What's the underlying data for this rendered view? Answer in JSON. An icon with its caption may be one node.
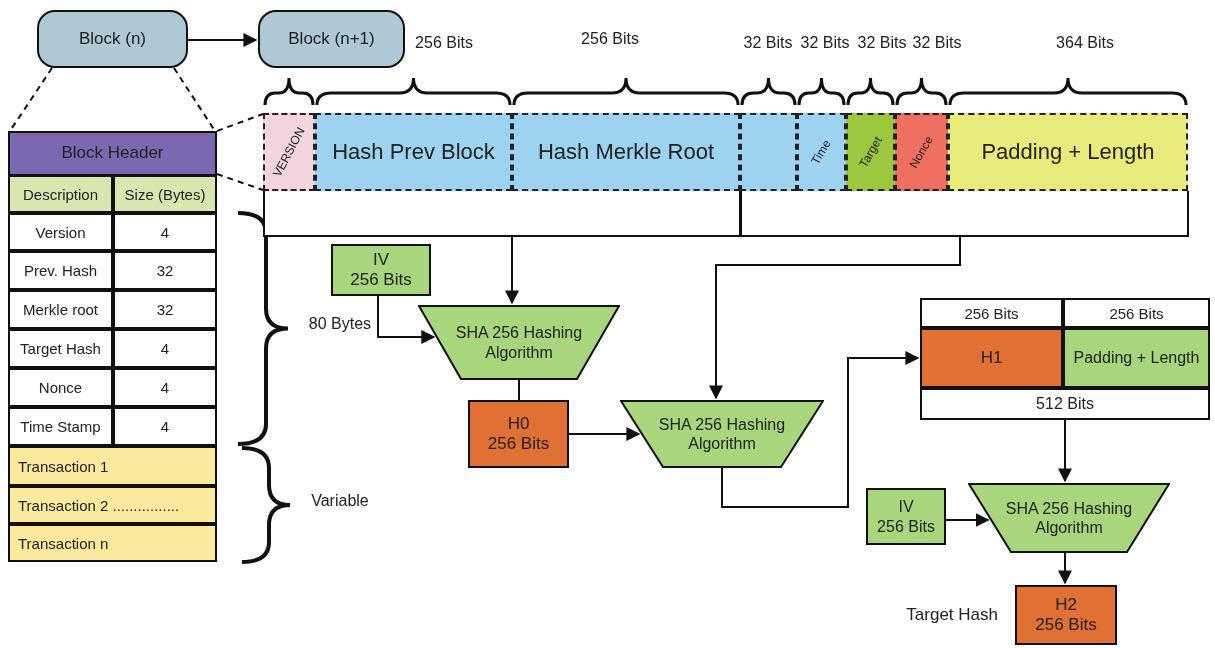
{
  "diagram": {
    "nodes": [
      {
        "text": [
          "Block (n)"
        ]
      },
      {
        "text": [
          "Block (n+1)"
        ]
      },
      {
        "text": [
          "Block Header"
        ]
      },
      {
        "text": [
          "VERSION"
        ]
      },
      {
        "text": [
          "Hash Prev Block"
        ]
      },
      {
        "text": [
          "Hash Merkle Root"
        ]
      },
      {
        "text": [],
        "shape": "box"
      },
      {
        "text": [
          "Time"
        ]
      },
      {
        "text": [
          "Target"
        ]
      },
      {
        "text": [
          "Nonce"
        ]
      },
      {
        "text": [
          "Padding + Length"
        ]
      },
      {
        "text": [],
        "shape": "box"
      },
      {
        "text": [],
        "shape": "box"
      },
      {
        "text": [
          "IV",
          "256 Bits"
        ]
      },
      {
        "text": [
          "SHA 256 Hashing Algorithm"
        ]
      },
      {
        "text": [
          "H0",
          "256 Bits"
        ]
      },
      {
        "text": [
          "SHA 256 Hashing Algorithm"
        ]
      },
      {
        "text": [
          "H1"
        ]
      },
      {
        "text": [
          "Padding + Length"
        ]
      },
      {
        "text": [
          "512 Bits"
        ]
      },
      {
        "text": [
          "IV",
          "256 Bits"
        ]
      },
      {
        "text": [
          "SHA 256 Hashing Algorithm"
        ]
      },
      {
        "text": [
          "H2",
          "256 Bits"
        ],
        "beside": [
          "Target Hash"
        ]
      }
    ],
    "edges": [
      {
        "from": 0,
        "to": 1,
        "arrow": "to"
      },
      {
        "from": 0,
        "to": 2,
        "arrow": "none",
        "style": "dashed"
      },
      {
        "from": 0,
        "to": 2,
        "arrow": "none",
        "style": "dashed"
      },
      {
        "from": 2,
        "to": 3,
        "arrow": "none",
        "style": "dashed"
      },
      {
        "from": 2,
        "to": 3,
        "arrow": "none",
        "style": "dashed"
      },
      {
        "from": 11,
        "to": 14,
        "arrow": "to"
      },
      {
        "from": 12,
        "to": 16,
        "arrow": "to"
      },
      {
        "from": 13,
        "to": 14,
        "arrow": "to"
      },
      {
        "from": 14,
        "to": 15,
        "arrow": "none"
      },
      {
        "from": 15,
        "to": 16,
        "arrow": "to"
      },
      {
        "from": 16,
        "to": 17,
        "arrow": "to"
      },
      {
        "from": 19,
        "to": 21,
        "arrow": "to"
      },
      {
        "from": 20,
        "to": 21,
        "arrow": "to"
      },
      {
        "from": 21,
        "to": 22,
        "arrow": "to"
      }
    ],
    "labels": [
      "256 Bits",
      "256 Bits",
      "32 Bits",
      "32 Bits",
      "32 Bits",
      "32 Bits",
      "364 Bits",
      "Description",
      "Size (Bytes)",
      "Version",
      "4",
      "Prev. Hash",
      "32",
      "Merkle root",
      "32",
      "Target Hash",
      "4",
      "Nonce",
      "4",
      "Time Stamp",
      "4",
      "Transaction 1",
      "Transaction 2 ................",
      "Transaction n",
      "80 Bytes",
      "Variable",
      "256 Bits",
      "256 Bits"
    ]
  }
}
